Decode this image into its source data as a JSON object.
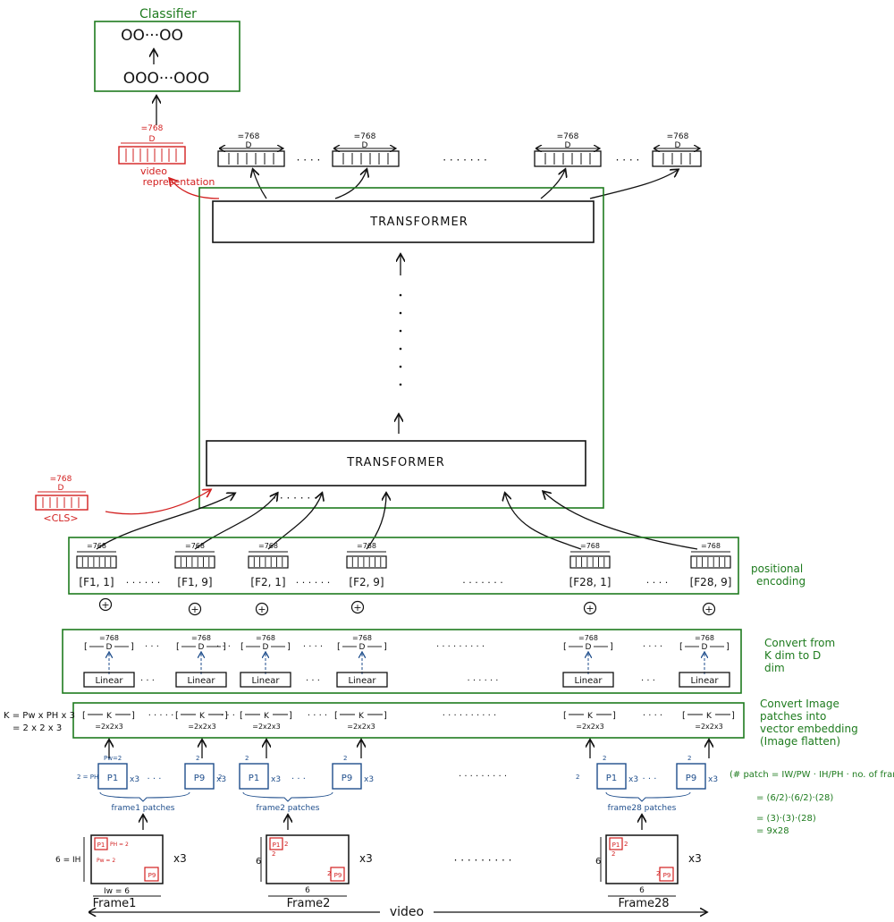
{
  "colors": {
    "ink": "#111111",
    "green": "#1e7b1e",
    "red": "#d21f1f",
    "blue": "#1f4e8c"
  },
  "classifier": {
    "title": "Classifier",
    "top_nodes": "OO···OO",
    "bottom_nodes": "OOO···OOO"
  },
  "transformer": {
    "top_label": "TRANSFORMER",
    "bottom_label": "TRANSFORMER"
  },
  "embedding": {
    "d_size": "=768",
    "d_letter": "D",
    "k_letter": "K",
    "k_size": "=2x2x3"
  },
  "video_representation": {
    "label_line1": "video",
    "label_line2": "representation"
  },
  "cls": {
    "label": "<CLS>"
  },
  "positional": {
    "tokens": [
      "[F1, 1]",
      "[F1, 9]",
      "[F2, 1]",
      "[F2, 9]",
      "[F28, 1]",
      "[F28, 9]"
    ],
    "label_line1": "positional",
    "label_line2": "encoding",
    "plus": "+"
  },
  "linear": {
    "label": "Linear",
    "note_line1": "Convert from",
    "note_line2": "K dim to D",
    "note_line3": "dim"
  },
  "flatten": {
    "k_formula_line1": "K = Pw x PH x 3",
    "k_formula_line2": "= 2 x 2 x 3",
    "note_line1": "Convert Image",
    "note_line2": "patches into",
    "note_line3": "vector embedding",
    "note_line4": "(Image flatten)"
  },
  "patches": {
    "p1": "P1",
    "p9": "P9",
    "times3": "x3",
    "pw": "Pw=2",
    "ph": "2 = PH",
    "two": "2",
    "groups": [
      "frame1 patches",
      "frame2 patches",
      "frame28 patches"
    ]
  },
  "patch_formula": {
    "line1": "(# patch = IW/PW · IH/PH · no. of frames)",
    "line2": "= (6/2)·(6/2)·(28)",
    "line3": "= (3)·(3)·(28)",
    "line4": "= 9x28"
  },
  "frames": {
    "labels": [
      "Frame1",
      "Frame2",
      "Frame28"
    ],
    "times3": "x3",
    "width": "6",
    "height": "6",
    "iw": "Iw = 6",
    "ih": "6 = IH",
    "ph2": "PH = 2",
    "pw2": "Pw = 2",
    "p1": "P1",
    "p9": "P9",
    "two": "2"
  },
  "video": {
    "label": "video"
  }
}
